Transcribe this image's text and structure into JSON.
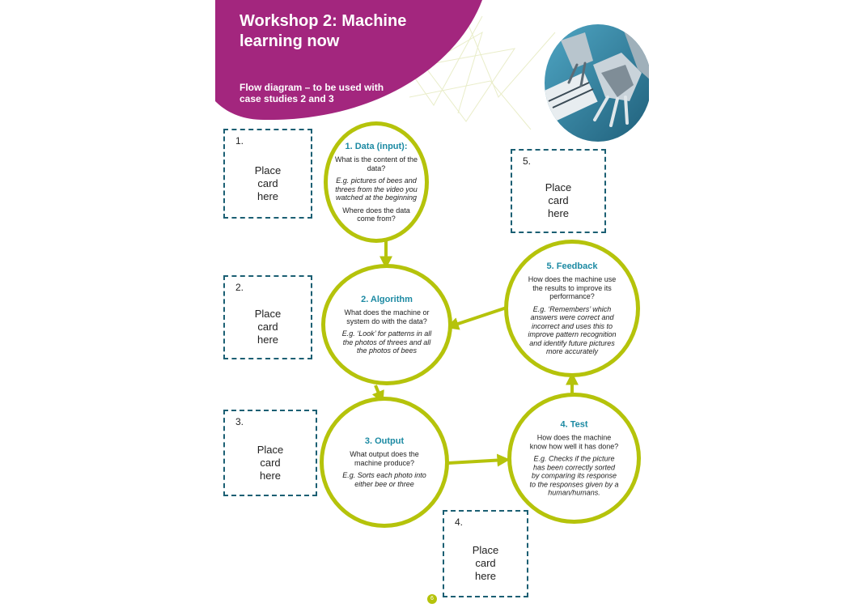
{
  "header": {
    "title": "Workshop 2: Machine learning now",
    "subtitle": "Flow diagram – to be used with case studies 2 and 3"
  },
  "cards": [
    {
      "number": "1.",
      "text": "Place card here"
    },
    {
      "number": "2.",
      "text": "Place card here"
    },
    {
      "number": "3.",
      "text": "Place card here"
    },
    {
      "number": "4.",
      "text": "Place card here"
    },
    {
      "number": "5.",
      "text": "Place card here"
    }
  ],
  "steps": {
    "data": {
      "title": "1. Data (input):",
      "question": "What is the content of the data?",
      "example": "E.g. pictures of bees and threes from the video you watched at the beginning",
      "question2": "Where does the data come from?"
    },
    "algorithm": {
      "title": "2. Algorithm",
      "question": "What does the machine or system do with the data?",
      "example": "E.g. ‘Look’ for patterns in all the photos of threes and all the photos of bees"
    },
    "output": {
      "title": "3. Output",
      "question": "What output does the machine produce?",
      "example": "E.g. Sorts each photo into either bee or three"
    },
    "test": {
      "title": "4. Test",
      "question": "How does the machine know how well it has done?",
      "example": "E.g. Checks if the picture has been correctly sorted by comparing its response to the responses given by a human/humans."
    },
    "feedback": {
      "title": "5. Feedback",
      "question": "How does the machine use the results to improve its performance?",
      "example": "E.g. ‘Remembers’ which answers were correct and incorrect and uses this to improve pattern recognition and identify future pictures more accurately"
    }
  },
  "page_number": "6",
  "colors": {
    "header": "#a3267e",
    "circle_border": "#b5c30b",
    "step_title": "#1c8aa3",
    "card_border": "#1b5f73"
  },
  "images": {
    "photo": "robot-hands-piano-photo"
  }
}
